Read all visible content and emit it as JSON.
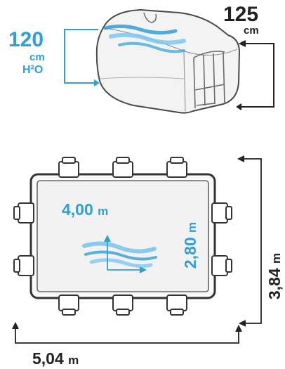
{
  "side_view": {
    "water_depth_value": "120",
    "water_depth_unit": "cm",
    "water_depth_medium": "H²O",
    "wall_height_value": "125",
    "wall_height_unit": "cm"
  },
  "top_view": {
    "inner_length_value": "4,00",
    "inner_length_unit": "m",
    "inner_width_value": "2,80",
    "inner_width_unit": "m",
    "outer_depth_value": "3,84",
    "outer_depth_unit": "m",
    "outer_length_value": "5,04",
    "outer_length_unit": "m"
  },
  "colors": {
    "accent_blue": "#2f9fd6",
    "light_blue": "#7ec7ec",
    "outline": "#4a4a4a",
    "fill_gray": "#f0f0f0",
    "text_dark": "#222222"
  }
}
